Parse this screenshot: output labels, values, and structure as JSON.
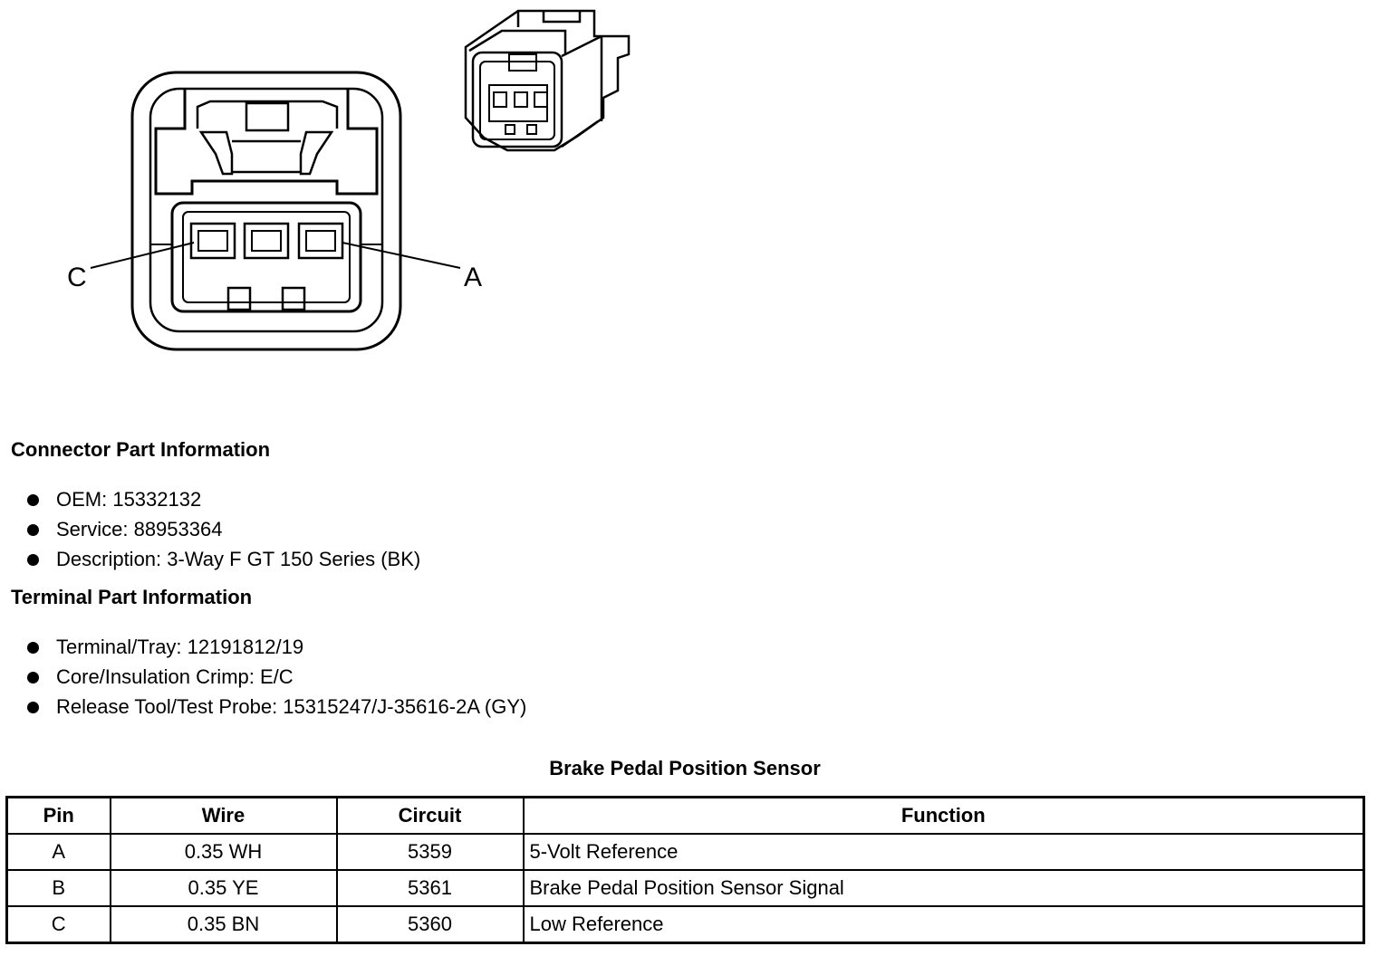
{
  "diagram": {
    "labels": {
      "left": "C",
      "right": "A"
    }
  },
  "connector_info": {
    "heading": "Connector Part Information",
    "items": [
      "OEM: 15332132",
      "Service: 88953364",
      "Description: 3-Way F GT 150 Series (BK)"
    ]
  },
  "terminal_info": {
    "heading": "Terminal Part Information",
    "items": [
      "Terminal/Tray: 12191812/19",
      "Core/Insulation Crimp: E/C",
      "Release Tool/Test Probe: 15315247/J-35616-2A (GY)"
    ]
  },
  "table": {
    "title": "Brake Pedal Position Sensor",
    "headers": [
      "Pin",
      "Wire",
      "Circuit",
      "Function"
    ],
    "rows": [
      [
        "A",
        "0.35 WH",
        "5359",
        "5-Volt Reference"
      ],
      [
        "B",
        "0.35 YE",
        "5361",
        "Brake Pedal Position Sensor Signal"
      ],
      [
        "C",
        "0.35 BN",
        "5360",
        "Low Reference"
      ]
    ]
  }
}
